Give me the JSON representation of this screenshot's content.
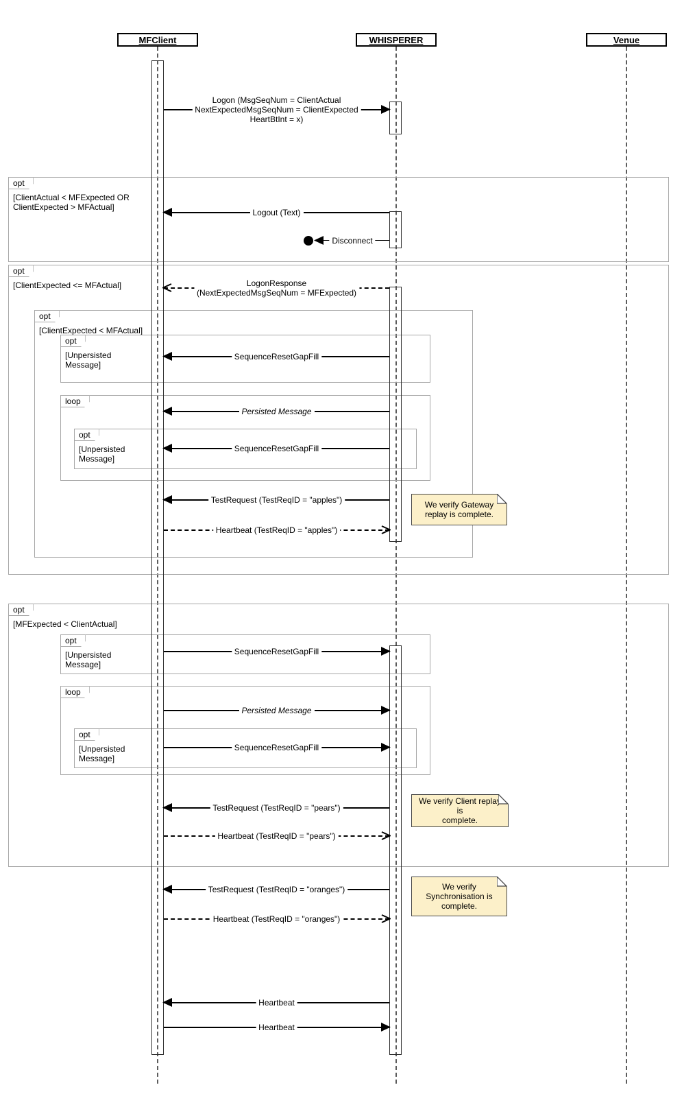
{
  "diagram_type": "uml-sequence-diagram",
  "lifelines": [
    {
      "name": "MFClient"
    },
    {
      "name": "WHISPERER"
    },
    {
      "name": "Venue"
    }
  ],
  "fragments": [
    {
      "operator": "opt",
      "guard": "[ClientActual < MFExpected OR\nClientExpected > MFActual]"
    },
    {
      "operator": "opt",
      "guard": "[ClientExpected <= MFActual]"
    },
    {
      "operator": "opt",
      "guard": "[ClientExpected < MFActual]"
    },
    {
      "operator": "opt",
      "guard": "[Unpersisted\nMessage]"
    },
    {
      "operator": "loop",
      "guard": ""
    },
    {
      "operator": "opt",
      "guard": "[Unpersisted\nMessage]"
    },
    {
      "operator": "opt",
      "guard": "[MFExpected < ClientActual]"
    },
    {
      "operator": "opt",
      "guard": "[Unpersisted\nMessage]"
    },
    {
      "operator": "loop",
      "guard": ""
    },
    {
      "operator": "opt",
      "guard": "[Unpersisted\nMessage]"
    }
  ],
  "messages": [
    {
      "label": "Logon (MsgSeqNum = ClientActual\nNextExpectedMsgSeqNum = ClientExpected\nHeartBtInt = x)",
      "from": "MFClient",
      "to": "WHISPERER",
      "line": "solid",
      "arrow": "filled"
    },
    {
      "label": "Logout (Text)",
      "from": "WHISPERER",
      "to": "MFClient",
      "line": "solid",
      "arrow": "filled"
    },
    {
      "label": "Disconnect",
      "from": "WHISPERER",
      "to": "lost",
      "line": "solid",
      "arrow": "filled-to-dot"
    },
    {
      "label": "LogonResponse\n(NextExpectedMsgSeqNum = MFExpected)",
      "from": "WHISPERER",
      "to": "MFClient",
      "line": "dashed",
      "arrow": "open"
    },
    {
      "label": "SequenceResetGapFill",
      "from": "WHISPERER",
      "to": "MFClient",
      "line": "solid",
      "arrow": "filled"
    },
    {
      "label": "Persisted Message",
      "from": "WHISPERER",
      "to": "MFClient",
      "line": "solid",
      "arrow": "filled",
      "italic": true
    },
    {
      "label": "SequenceResetGapFill",
      "from": "WHISPERER",
      "to": "MFClient",
      "line": "solid",
      "arrow": "filled"
    },
    {
      "label": "TestRequest (TestReqID = \"apples\")",
      "from": "WHISPERER",
      "to": "MFClient",
      "line": "solid",
      "arrow": "filled"
    },
    {
      "label": "Heartbeat (TestReqID = \"apples\")",
      "from": "MFClient",
      "to": "WHISPERER",
      "line": "dashed",
      "arrow": "open"
    },
    {
      "label": "SequenceResetGapFill",
      "from": "MFClient",
      "to": "WHISPERER",
      "line": "solid",
      "arrow": "filled"
    },
    {
      "label": "Persisted Message",
      "from": "MFClient",
      "to": "WHISPERER",
      "line": "solid",
      "arrow": "filled",
      "italic": true
    },
    {
      "label": "SequenceResetGapFill",
      "from": "MFClient",
      "to": "WHISPERER",
      "line": "solid",
      "arrow": "filled"
    },
    {
      "label": "TestRequest (TestReqID = \"pears\")",
      "from": "WHISPERER",
      "to": "MFClient",
      "line": "solid",
      "arrow": "filled"
    },
    {
      "label": "Heartbeat (TestReqID = \"pears\")",
      "from": "MFClient",
      "to": "WHISPERER",
      "line": "dashed",
      "arrow": "open"
    },
    {
      "label": "TestRequest (TestReqID = \"oranges\")",
      "from": "WHISPERER",
      "to": "MFClient",
      "line": "solid",
      "arrow": "filled"
    },
    {
      "label": "Heartbeat (TestReqID = \"oranges\")",
      "from": "MFClient",
      "to": "WHISPERER",
      "line": "dashed",
      "arrow": "open"
    },
    {
      "label": "Heartbeat",
      "from": "WHISPERER",
      "to": "MFClient",
      "line": "solid",
      "arrow": "filled"
    },
    {
      "label": "Heartbeat",
      "from": "MFClient",
      "to": "WHISPERER",
      "line": "solid",
      "arrow": "filled"
    }
  ],
  "notes": [
    {
      "text": "We verify Gateway\nreplay is complete."
    },
    {
      "text": "We verify Client replay is\ncomplete."
    },
    {
      "text": "We verify\nSynchronisation is\ncomplete."
    }
  ],
  "colors": {
    "note_background": "#fcf0c9",
    "note_border": "#474747",
    "fragment_border": "#a6a6a6",
    "message_line": "#000000",
    "lifeline": "#5c5c5c"
  }
}
